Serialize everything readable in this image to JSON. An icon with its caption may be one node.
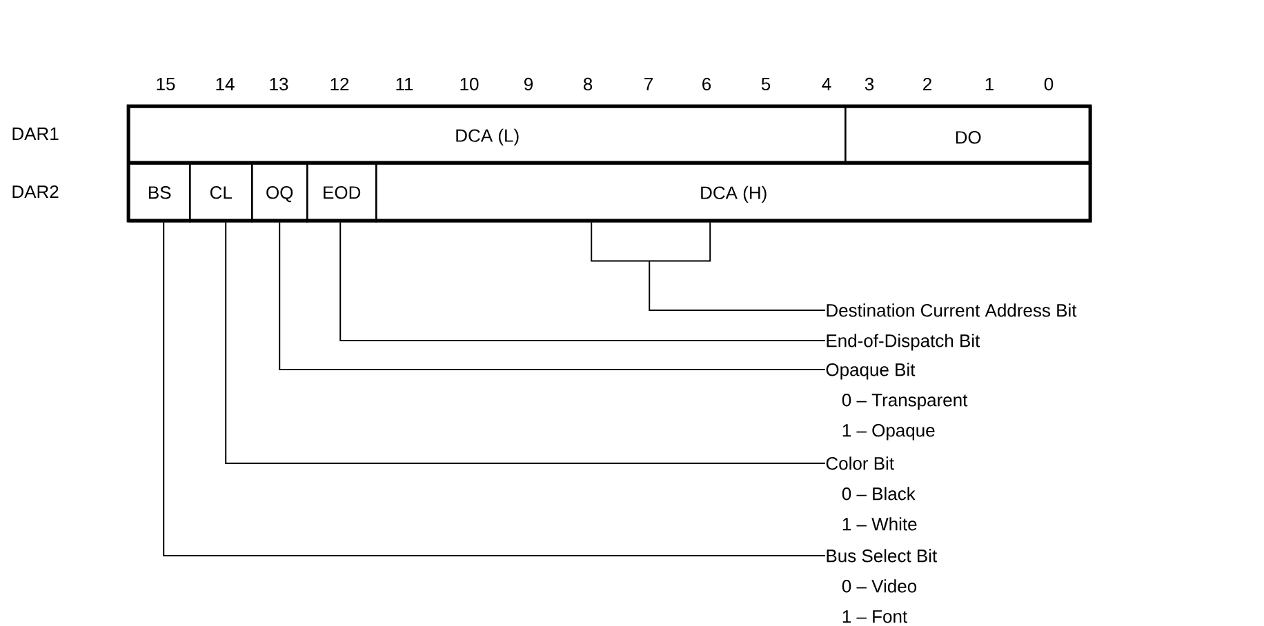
{
  "diagram": {
    "nodes": [
      {
        "text": [
          "DCA (L)"
        ]
      },
      {
        "text": [
          "DO"
        ]
      },
      {
        "text": [
          "BS"
        ]
      },
      {
        "text": [
          "CL"
        ]
      },
      {
        "text": [
          "OQ"
        ]
      },
      {
        "text": [
          "EOD"
        ]
      },
      {
        "text": [
          "DCA (H)"
        ]
      },
      {
        "text": [
          "Destination Current Address  Bit"
        ]
      },
      {
        "text": [
          "End-of-Dispatch Bit"
        ]
      },
      {
        "text": [
          "Opaque Bit",
          "0 – Transparent",
          "1 – Opaque"
        ]
      },
      {
        "text": [
          "Color Bit",
          "0 – Black",
          "1 – White"
        ]
      },
      {
        "text": [
          "Bus Select Bit",
          "0 – Video",
          "1 – Font"
        ]
      }
    ],
    "edges": [
      {
        "from": 7,
        "to": 6,
        "arrow": "none"
      },
      {
        "from": 8,
        "to": 5,
        "arrow": "none"
      },
      {
        "from": 9,
        "to": 4,
        "arrow": "none"
      },
      {
        "from": 10,
        "to": 3,
        "arrow": "none"
      },
      {
        "from": 11,
        "to": 2,
        "arrow": "none"
      }
    ],
    "labels": [
      "15",
      "14",
      "13",
      "12",
      "11",
      "10",
      "9",
      "8",
      "7",
      "6",
      "5",
      "4",
      "3",
      "2",
      "1",
      "0",
      "DAR1",
      "DAR2"
    ]
  }
}
